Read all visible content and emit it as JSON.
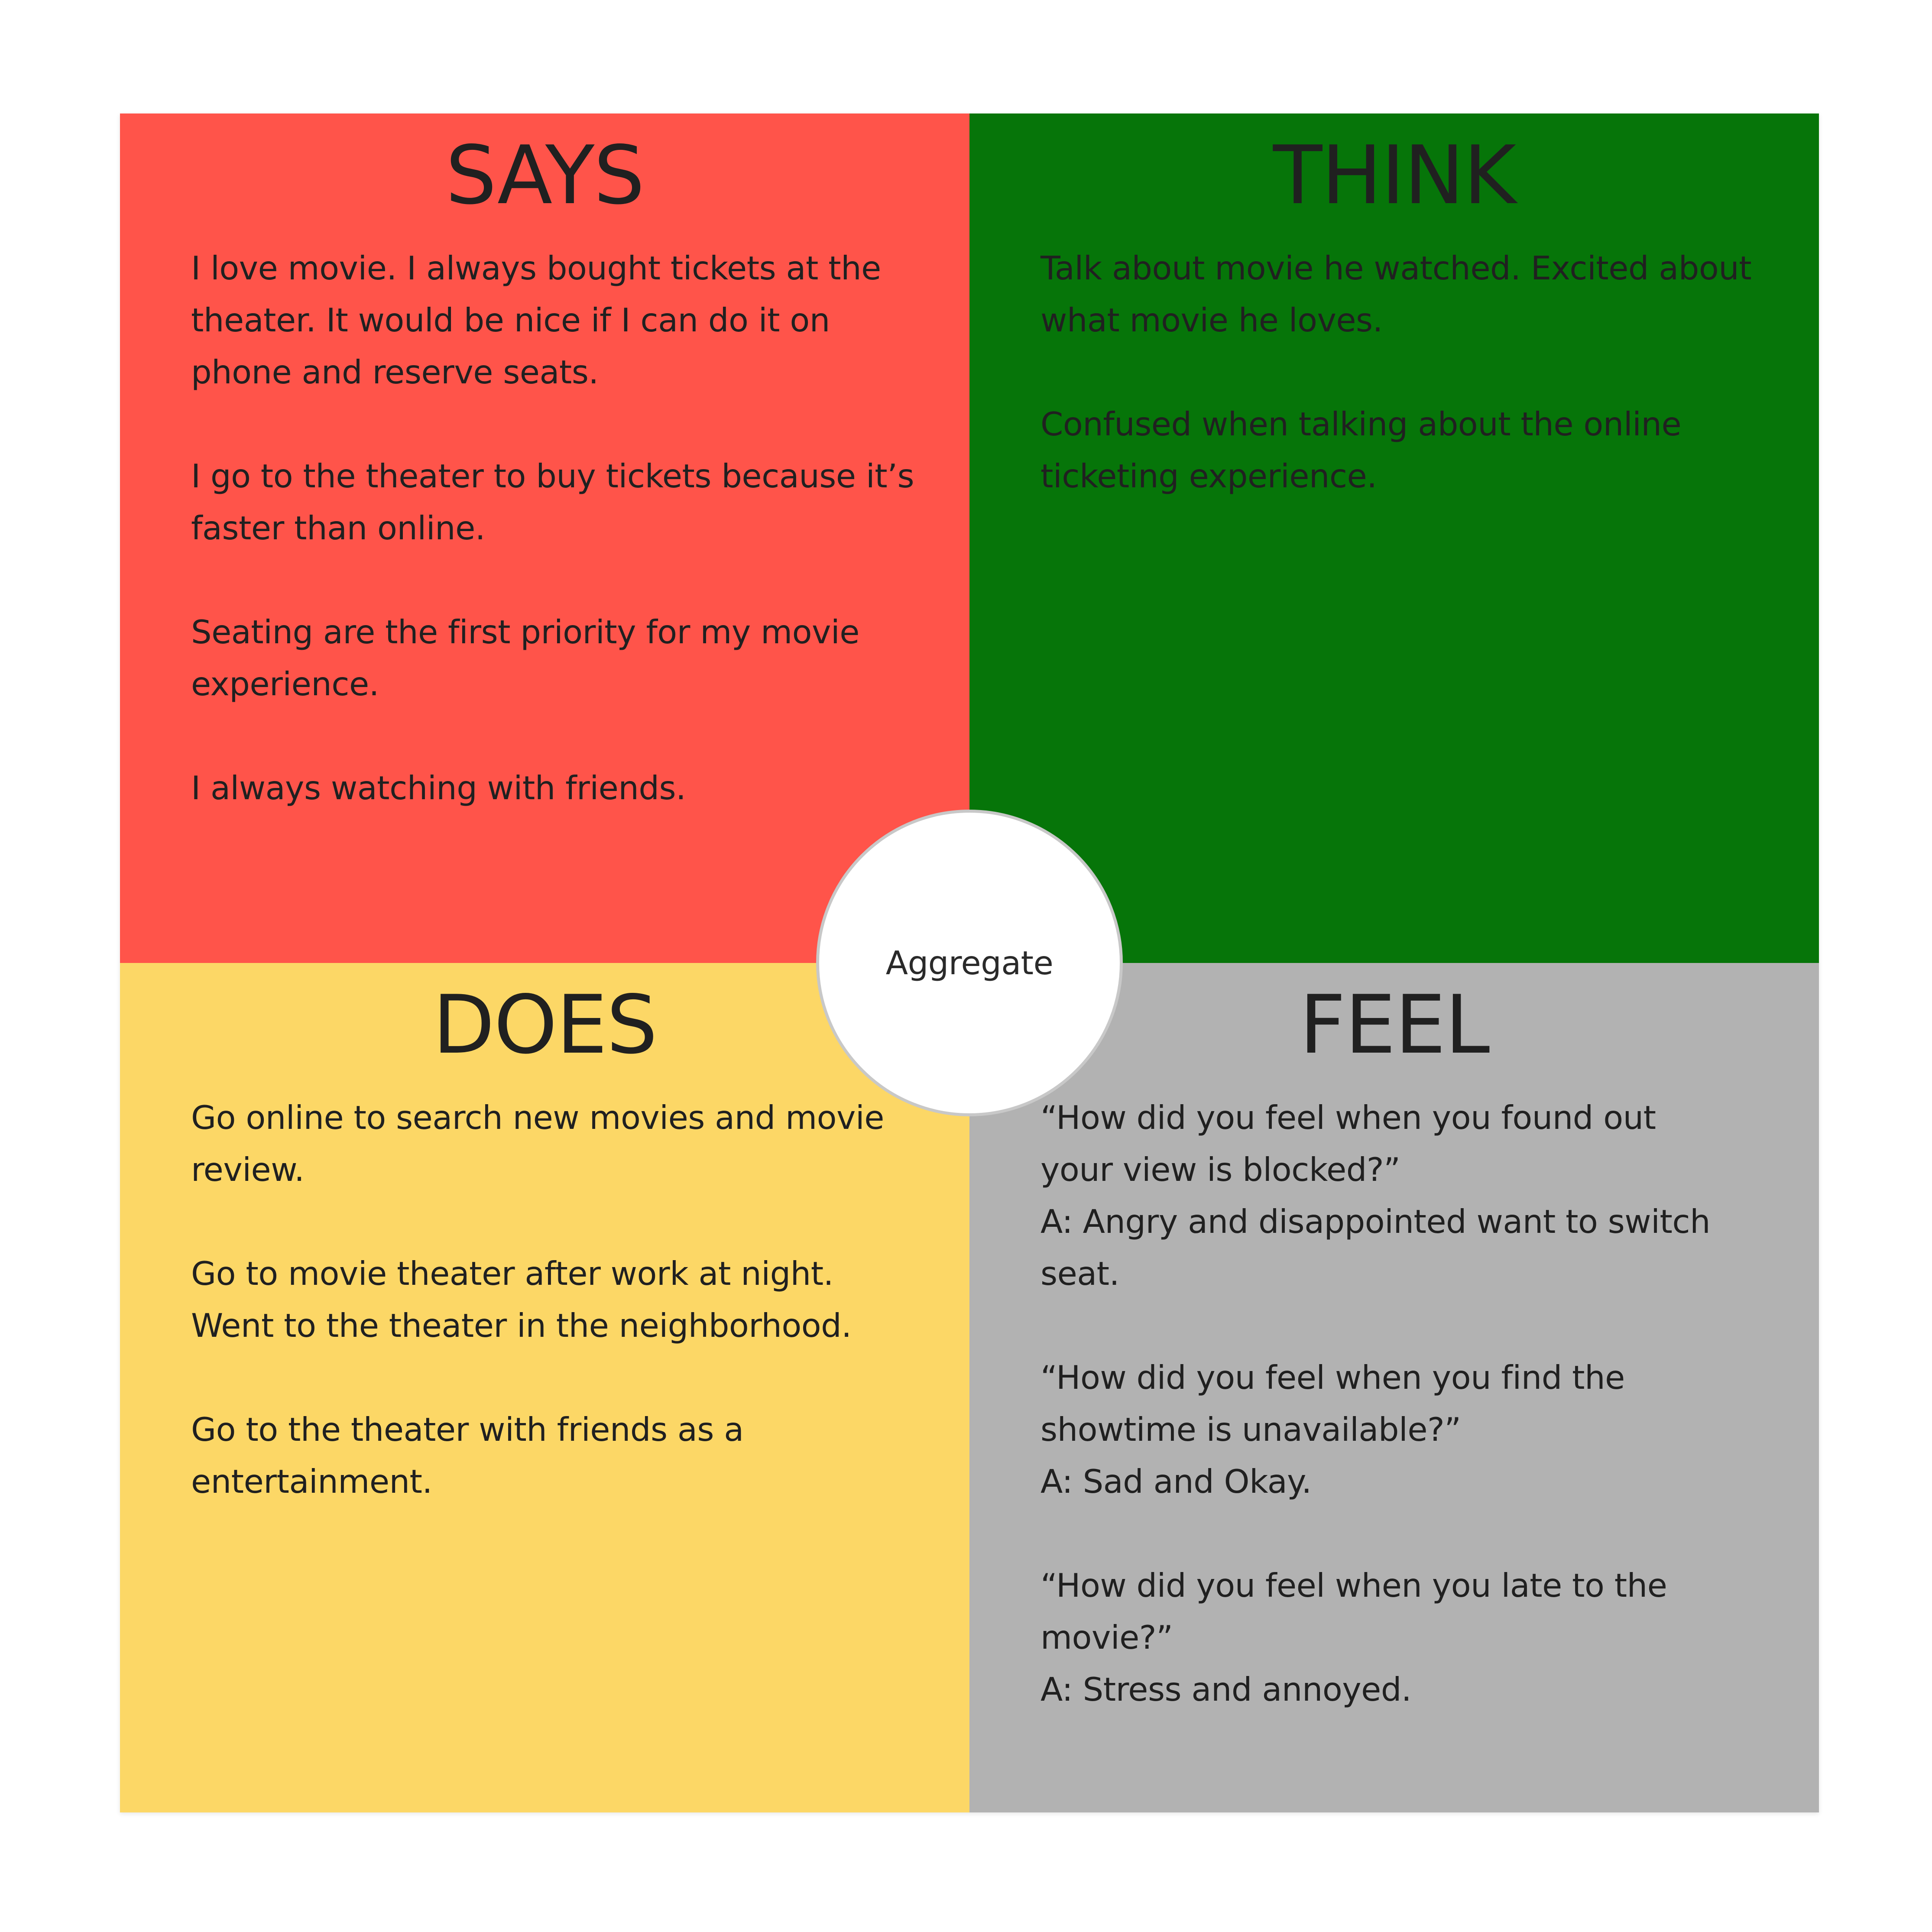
{
  "colors": {
    "says": "#ff544a",
    "think": "#067509",
    "does": "#fcd766",
    "feel": "#b2b2b2",
    "text": "#202020"
  },
  "center": {
    "label": "Aggregate"
  },
  "says": {
    "title": "SAYS",
    "paragraphs": [
      "I love movie. I always bought tickets at the\ntheater. It would be nice if I can do it on\nphone and reserve seats.",
      "I go to the theater to buy tickets because it’s\nfaster than online.",
      "Seating are the first priority for my movie\nexperience.",
      "I always watching with friends."
    ]
  },
  "think": {
    "title": "THINK",
    "paragraphs": [
      "Talk about movie he watched. Excited about\nwhat movie he loves.",
      "Confused when talking about the online\nticketing experience."
    ]
  },
  "does": {
    "title": "DOES",
    "paragraphs": [
      "Go online to search new movies and movie\nreview.",
      "Go to movie theater after work at night.\nWent to the theater in the neighborhood.",
      "Go to the theater with friends as a\nentertainment."
    ]
  },
  "feel": {
    "title": "FEEL",
    "paragraphs": [
      "     “How did you feel when you found out\nyour view is blocked?”\nA: Angry and disappointed want to switch\nseat.",
      "“How did you feel when you find the\nshowtime is unavailable?”\nA: Sad and Okay.",
      "“How did you feel when you late to the\nmovie?”\nA: Stress and annoyed."
    ]
  }
}
